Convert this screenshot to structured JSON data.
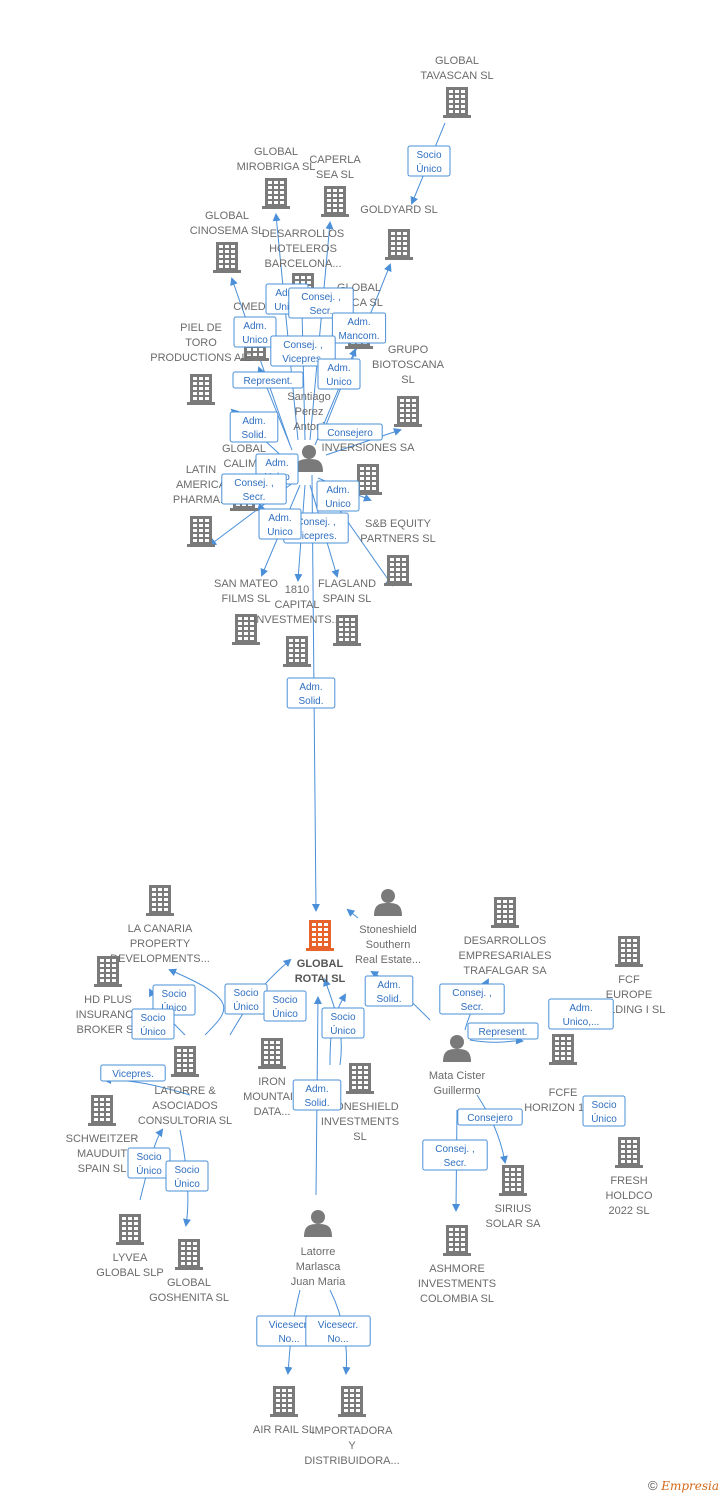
{
  "colors": {
    "company": "#7a7a7a",
    "focus": "#e8622c",
    "person": "#7a7a7a",
    "edge": "#4a8fd8"
  },
  "nodes": [
    {
      "id": "tavascan",
      "type": "company",
      "label": [
        "GLOBAL",
        "TAVASCAN  SL"
      ]
    },
    {
      "id": "mirobriga",
      "type": "company",
      "label": [
        "GLOBAL",
        "MIROBRIGA SL"
      ]
    },
    {
      "id": "caperla",
      "type": "company",
      "label": [
        "CAPERLA",
        "SEA SL"
      ]
    },
    {
      "id": "goldyard",
      "type": "company",
      "label": [
        "GOLDYARD SL"
      ]
    },
    {
      "id": "cinosema",
      "type": "company",
      "label": [
        "GLOBAL",
        "CINOSEMA SL"
      ]
    },
    {
      "id": "desarrollos_hot",
      "type": "company",
      "label": [
        "DESARROLLOS",
        "HOTELEROS",
        "BARCELONA..."
      ]
    },
    {
      "id": "macasl",
      "type": "company",
      "label": [
        "GLOBAL",
        "MACA SL"
      ]
    },
    {
      "id": "cmed",
      "type": "company",
      "label": [
        "CMED C",
        "ES"
      ]
    },
    {
      "id": "piel",
      "type": "company",
      "label": [
        "PIEL DE",
        "TORO",
        "PRODUCTIONS AIE"
      ]
    },
    {
      "id": "biotoscana",
      "type": "company",
      "label": [
        "GRUPO",
        "BIOTOSCANA",
        "SL"
      ]
    },
    {
      "id": "santiago",
      "type": "person",
      "label": [
        "Santiago",
        "Perez",
        "Antoni"
      ]
    },
    {
      "id": "calima",
      "type": "company",
      "label": [
        "GLOBAL",
        "CALIMA"
      ]
    },
    {
      "id": "inversiones",
      "type": "company",
      "label": [
        "INVERSIONES SA"
      ]
    },
    {
      "id": "latin",
      "type": "company",
      "label": [
        "LATIN",
        "AMERICA",
        "PHARMA..."
      ]
    },
    {
      "id": "sbequity",
      "type": "company",
      "label": [
        "S&B EQUITY",
        "PARTNERS  SL"
      ]
    },
    {
      "id": "sanmateo",
      "type": "company",
      "label": [
        "SAN MATEO",
        "FILMS SL"
      ]
    },
    {
      "id": "capital1810",
      "type": "company",
      "label": [
        "1810",
        "CAPITAL",
        "INVESTMENTS..."
      ]
    },
    {
      "id": "flagland",
      "type": "company",
      "label": [
        "FLAGLAND",
        "SPAIN SL"
      ]
    },
    {
      "id": "rotai",
      "type": "focus",
      "label": [
        "GLOBAL",
        "ROTAI  SL"
      ]
    },
    {
      "id": "stoneshield_p",
      "type": "person",
      "label": [
        "Stoneshield",
        "Southern",
        "Real Estate..."
      ]
    },
    {
      "id": "lacanaria",
      "type": "company",
      "label": [
        "LA CANARIA",
        "PROPERTY",
        "DEVELOPMENTS..."
      ]
    },
    {
      "id": "desarrollos_traf",
      "type": "company",
      "label": [
        "DESARROLLOS",
        "EMPRESARIALES",
        "TRAFALGAR SA"
      ]
    },
    {
      "id": "fcfeurope",
      "type": "company",
      "label": [
        "FCF",
        "EUROPE",
        "HOLDING I  SL"
      ]
    },
    {
      "id": "hdplus",
      "type": "company",
      "label": [
        "HD PLUS",
        "INSURANCE",
        "BROKER  SL"
      ]
    },
    {
      "id": "latorre_asoc",
      "type": "company",
      "label": [
        "LATORRE &",
        "ASOCIADOS",
        "CONSULTORIA SL"
      ]
    },
    {
      "id": "ironmountain",
      "type": "company",
      "label": [
        "IRON",
        "MOUNTAIN",
        "DATA..."
      ]
    },
    {
      "id": "stoneshield_inv",
      "type": "company",
      "label": [
        "STONESHIELD",
        "INVESTMENTS",
        "SL"
      ]
    },
    {
      "id": "mata",
      "type": "person",
      "label": [
        "Mata Cister",
        "Guillermo"
      ]
    },
    {
      "id": "fcfe",
      "type": "company",
      "label": [
        "FCFE",
        "HORIZON 1 SA"
      ]
    },
    {
      "id": "schweitzer",
      "type": "company",
      "label": [
        "SCHWEITZER",
        "MAUDUIT",
        "SPAIN SL"
      ]
    },
    {
      "id": "fresh",
      "type": "company",
      "label": [
        "FRESH",
        "HOLDCO",
        "2022  SL"
      ]
    },
    {
      "id": "sirius",
      "type": "company",
      "label": [
        "SIRIUS",
        "SOLAR SA"
      ]
    },
    {
      "id": "lyvea",
      "type": "company",
      "label": [
        "LYVEA",
        "GLOBAL  SLP"
      ]
    },
    {
      "id": "goshenita",
      "type": "company",
      "label": [
        "GLOBAL",
        "GOSHENITA SL"
      ]
    },
    {
      "id": "latorre_p",
      "type": "person",
      "label": [
        "Latorre",
        "Marlasca",
        "Juan Maria"
      ]
    },
    {
      "id": "ashmore",
      "type": "company",
      "label": [
        "ASHMORE",
        "INVESTMENTS",
        "COLOMBIA SL"
      ]
    },
    {
      "id": "airrail",
      "type": "company",
      "label": [
        "AIR RAIL SL"
      ]
    },
    {
      "id": "importadora",
      "type": "company",
      "label": [
        "IMPORTADORA",
        "Y",
        "DISTRIBUIDORA..."
      ]
    }
  ],
  "relations": [
    {
      "id": "r1",
      "label": [
        "Socio",
        "Único"
      ]
    },
    {
      "id": "r2",
      "label": [
        "Adm.",
        "Unico"
      ]
    },
    {
      "id": "r3",
      "label": [
        "Consej. ,",
        "Secr."
      ]
    },
    {
      "id": "r4",
      "label": [
        "Adm.",
        "Mancom."
      ]
    },
    {
      "id": "r5",
      "label": [
        "Adm.",
        "Unico"
      ]
    },
    {
      "id": "r6",
      "label": [
        "Consej. ,",
        "Vicepres."
      ]
    },
    {
      "id": "r7",
      "label": [
        "Adm.",
        "Unico"
      ]
    },
    {
      "id": "r8",
      "label": [
        "Represent."
      ]
    },
    {
      "id": "r9",
      "label": [
        "Adm.",
        "Solid."
      ]
    },
    {
      "id": "r10",
      "label": [
        "Consejero"
      ]
    },
    {
      "id": "r11",
      "label": [
        "Adm.",
        "Unico"
      ]
    },
    {
      "id": "r12",
      "label": [
        "Consej. ,",
        "Secr."
      ]
    },
    {
      "id": "r13",
      "label": [
        "Adm.",
        "Unico"
      ]
    },
    {
      "id": "r14",
      "label": [
        "Consej. ,",
        "Vicepres."
      ]
    },
    {
      "id": "r15",
      "label": [
        "Adm.",
        "Unico"
      ]
    },
    {
      "id": "r16",
      "label": [
        "Adm.",
        "Solid."
      ]
    },
    {
      "id": "r17",
      "label": [
        "Socio",
        "Único"
      ]
    },
    {
      "id": "r18",
      "label": [
        "Socio",
        "Único"
      ]
    },
    {
      "id": "r19",
      "label": [
        "Socio",
        "Único"
      ]
    },
    {
      "id": "r20",
      "label": [
        "Socio",
        "Único"
      ]
    },
    {
      "id": "r21",
      "label": [
        "Socio",
        "Único"
      ]
    },
    {
      "id": "r22",
      "label": [
        "Adm.",
        "Solid."
      ]
    },
    {
      "id": "r23",
      "label": [
        "Consej. ,",
        "Secr."
      ]
    },
    {
      "id": "r24",
      "label": [
        "Represent."
      ]
    },
    {
      "id": "r25",
      "label": [
        "Adm.",
        "Unico,..."
      ]
    },
    {
      "id": "r26",
      "label": [
        "Vicepres."
      ]
    },
    {
      "id": "r27",
      "label": [
        "Adm.",
        "Solid."
      ]
    },
    {
      "id": "r28",
      "label": [
        "Consejero"
      ]
    },
    {
      "id": "r29",
      "label": [
        "Socio",
        "Único"
      ]
    },
    {
      "id": "r30",
      "label": [
        "Socio",
        "Único"
      ]
    },
    {
      "id": "r31",
      "label": [
        "Socio",
        "Único"
      ]
    },
    {
      "id": "r32",
      "label": [
        "Consej. ,",
        "Secr."
      ]
    },
    {
      "id": "r33",
      "label": [
        "Vicesecr.",
        "No..."
      ]
    },
    {
      "id": "r34",
      "label": [
        "Vicesecr.",
        "No..."
      ]
    }
  ],
  "footer": {
    "copyright": "©",
    "brand": "Empresia"
  }
}
